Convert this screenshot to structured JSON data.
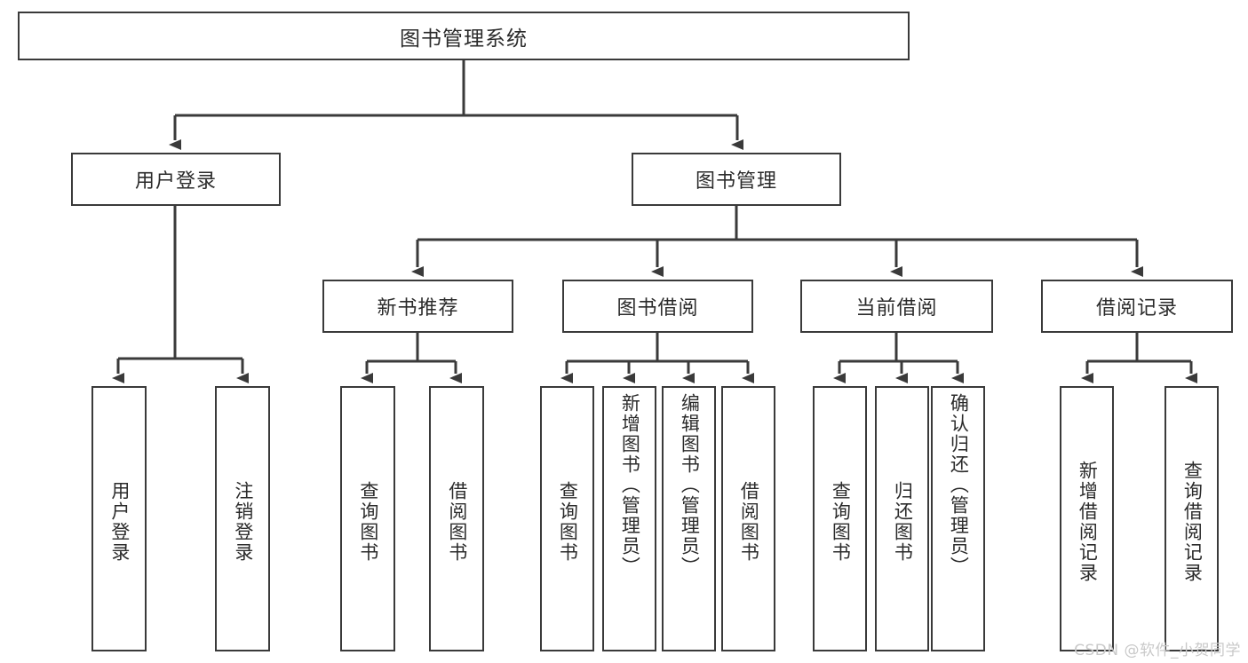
{
  "diagram": {
    "type": "tree",
    "title": "图书管理系统",
    "root": {
      "label": "图书管理系统"
    },
    "level2": [
      {
        "label": "用户登录"
      },
      {
        "label": "图书管理"
      }
    ],
    "level3": [
      {
        "label": "新书推荐"
      },
      {
        "label": "图书借阅"
      },
      {
        "label": "当前借阅"
      },
      {
        "label": "借阅记录"
      }
    ],
    "leaves": [
      {
        "label": "用户登录"
      },
      {
        "label": "注销登录"
      },
      {
        "label": "查询图书"
      },
      {
        "label": "借阅图书"
      },
      {
        "label": "查询图书"
      },
      {
        "label": "新增图书（管理员）"
      },
      {
        "label": "编辑图书（管理员）"
      },
      {
        "label": "借阅图书"
      },
      {
        "label": "查询图书"
      },
      {
        "label": "归还图书"
      },
      {
        "label": "确认归还（管理员）"
      },
      {
        "label": "新增借阅记录"
      },
      {
        "label": "查询借阅记录"
      }
    ],
    "colors": {
      "stroke": "#3a3a3a",
      "fill": "#ffffff",
      "text": "#2b2b2b",
      "watermark": "#c9c9c9"
    }
  },
  "watermark": {
    "text": "CSDN @软件_小贺同学"
  }
}
